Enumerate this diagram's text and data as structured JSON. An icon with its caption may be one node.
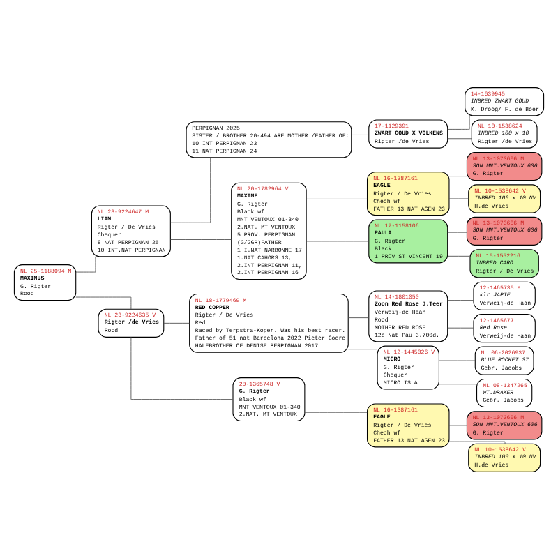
{
  "diagram": {
    "nodes": [
      {
        "text": [
          "NL 25-1188094 M",
          "MAXIMUS",
          "G. Rigter",
          "Rood"
        ]
      },
      {
        "text": [
          "NL 23-9224647 M",
          "LIAM",
          "Rigter / De Vries",
          "Chequer",
          "8 NAT PERPIGNAN 25",
          "10 INT.NAT PERPIGNAN"
        ]
      },
      {
        "text": [
          "NL 23-9224635 V",
          "Rigter /de Vries",
          "Rood"
        ]
      },
      {
        "text": [
          "PERPIGNAN 2025",
          "SISTER / BROTHER 20-494 ARE MOTHER /FATHER OF:",
          "10 INT PERPIGNAN 23",
          "11 NAT PERPIGNAN 24"
        ]
      },
      {
        "text": [
          "NL 20-1782964 V",
          "MAXIME",
          "G. Rigter",
          "Black wf",
          "MNT VENTOUX 01-340",
          "2.NAT. MT VENTOUX",
          "5 PROV. PERPIGNAN",
          "(G/GGR)FATHER",
          "1 I.NAT NARBONNE 17",
          "1.NAT CAHORS 13,",
          "2.INT PERPIGNAN 11,",
          "2.INT PERPIGNAN 16"
        ]
      },
      {
        "text": [
          "NL 18-1779469 M",
          "RED COPPER",
          "Rigter / De Vries",
          "Red",
          "Raced by Terpstra-Koper. Was his best racer.",
          "Father of 51 nat Barcelona 2022 Pieter Goere",
          "HALFBROTHER OF DENISE PERPIGNAN 2017"
        ]
      },
      {
        "text": [
          "20-1365748 V",
          "G. Rigter",
          "Black wf",
          "MNT VENTOUX 01-340",
          "2.NAT. MT VENTOUX"
        ]
      },
      {
        "text": [
          "17-1129391",
          "ZWART GOUD X VOLKENS",
          "Rigter /de Vries"
        ]
      },
      {
        "text": [
          "NL 16-1387161",
          "EAGLE",
          "Rigter / De Vries",
          "Chech wf",
          "FATHER 13 NAT AGEN 23"
        ]
      },
      {
        "text": [
          "NL 17-1158106",
          "PAULA",
          "G. Rigter",
          "Black",
          "1 PROV ST VINCENT 19"
        ]
      },
      {
        "text": [
          "NL 14-1801050",
          "Zoon Red Rose J.Teer",
          "Verweij-de Haan",
          "Rood",
          "MOTHER RED ROSE",
          "12e Nat Pau 3.700d."
        ]
      },
      {
        "text": [
          "NL 12-1445026 V",
          "MICRO",
          "G. Rigter",
          "Chequer",
          "MICRO IS A"
        ]
      },
      {
        "text": [
          "NL 16-1387161",
          "EAGLE",
          "Rigter / De Vries",
          "Chech wf",
          "FATHER 13 NAT AGEN 23"
        ]
      },
      {
        "text": [
          "14-1639945",
          "INBRED ZWART GOUD",
          "K. Droog/ F. de Boer"
        ]
      },
      {
        "text": [
          "NL 10-1538624",
          "INBRED 100 x 10",
          "Rigter /de Vries"
        ]
      },
      {
        "text": [
          "NL 13-1073606 M",
          "SON MNT.VENTOUX 606",
          "G. Rigter"
        ]
      },
      {
        "text": [
          "NL 10-1538642 V",
          "INBRED 100 x 10 NV",
          "H.de Vries"
        ]
      },
      {
        "text": [
          "NL 13-1073606 M",
          "SON MNT.VENTOUX 606",
          "G. Rigter"
        ]
      },
      {
        "text": [
          "NL 15-1552216",
          "INBRED CARO",
          "Rigter / De Vries"
        ]
      },
      {
        "text": [
          "12-1465735 M",
          "klr JAPIE",
          "Verweij-de Haan"
        ]
      },
      {
        "text": [
          "12-1465677",
          "Red Rose",
          "Verweij-de Haan"
        ]
      },
      {
        "text": [
          "NL 06-2026937",
          "BLUE ROCKET 37",
          "Gebr. Jacobs"
        ]
      },
      {
        "text": [
          "NL 08-1347265",
          "WT.DRAKER",
          "Gebr. Jacobs"
        ]
      },
      {
        "text": [
          "NL 13-1073606 M",
          "SON MNT.VENTOUX 606",
          "G. Rigter"
        ]
      },
      {
        "text": [
          "NL 10-1538642 V",
          "INBRED 100 x 10 NV",
          "H.de Vries"
        ]
      }
    ],
    "edges": [
      {
        "from": 0,
        "to": 1,
        "arrow": "none"
      },
      {
        "from": 0,
        "to": 2,
        "arrow": "none"
      },
      {
        "from": 1,
        "to": 3,
        "arrow": "none"
      },
      {
        "from": 1,
        "to": 4,
        "arrow": "none"
      },
      {
        "from": 2,
        "to": 5,
        "arrow": "none"
      },
      {
        "from": 2,
        "to": 6,
        "arrow": "none"
      },
      {
        "from": 3,
        "to": 7,
        "arrow": "none"
      },
      {
        "from": 4,
        "to": 8,
        "arrow": "none"
      },
      {
        "from": 4,
        "to": 9,
        "arrow": "none"
      },
      {
        "from": 5,
        "to": 10,
        "arrow": "none"
      },
      {
        "from": 5,
        "to": 11,
        "arrow": "none"
      },
      {
        "from": 6,
        "to": 12,
        "arrow": "none"
      },
      {
        "from": 7,
        "to": 13,
        "arrow": "none"
      },
      {
        "from": 7,
        "to": 14,
        "arrow": "none"
      },
      {
        "from": 8,
        "to": 15,
        "arrow": "none"
      },
      {
        "from": 8,
        "to": 16,
        "arrow": "none"
      },
      {
        "from": 9,
        "to": 17,
        "arrow": "none"
      },
      {
        "from": 9,
        "to": 18,
        "arrow": "none"
      },
      {
        "from": 10,
        "to": 19,
        "arrow": "none"
      },
      {
        "from": 10,
        "to": 20,
        "arrow": "none"
      },
      {
        "from": 11,
        "to": 21,
        "arrow": "none"
      },
      {
        "from": 11,
        "to": 22,
        "arrow": "none"
      },
      {
        "from": 12,
        "to": 23,
        "arrow": "none"
      },
      {
        "from": 12,
        "to": 24,
        "arrow": "none"
      }
    ]
  }
}
